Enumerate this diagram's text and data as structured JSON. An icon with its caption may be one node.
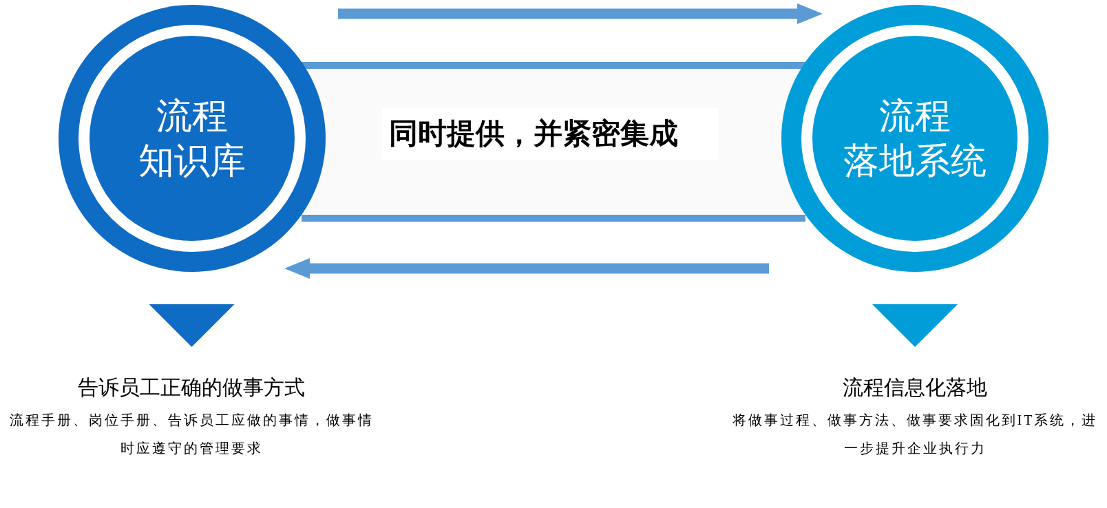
{
  "diagram": {
    "nodes": [
      {
        "text": [
          "流程知识库"
        ]
      },
      {
        "text": [
          "同时提供，并紧密集成"
        ]
      },
      {
        "text": [
          "流程落地系统"
        ]
      },
      {
        "text": [
          "告诉员工正确的做事方式",
          "流程手册、岗位手册、告诉员工应做的事情，做事情时应遵守的管理要求"
        ]
      },
      {
        "text": [
          "流程信息化落地",
          "将做事过程、做事方法、做事要求固化到IT系统，进一步提升企业执行力"
        ]
      }
    ],
    "edges": [
      {
        "from": 0,
        "to": 2,
        "arrow": "to"
      },
      {
        "from": 2,
        "to": 0,
        "arrow": "to"
      },
      {
        "from": 0,
        "to": 3,
        "arrow": "to",
        "color": "#0f6cc4"
      },
      {
        "from": 2,
        "to": 4,
        "arrow": "to",
        "color": "#019dd9"
      }
    ]
  }
}
